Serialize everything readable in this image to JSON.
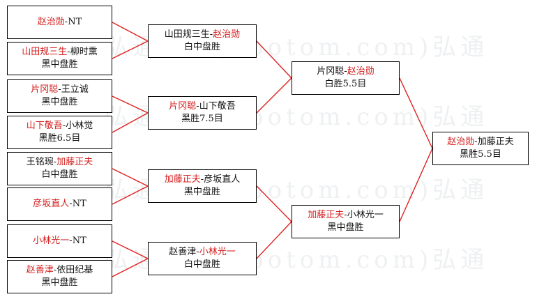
{
  "watermark": {
    "text": "弘通围棋(hootom.com)弘通"
  },
  "round1": [
    {
      "line1": {
        "a": "赵治勋",
        "sep": "-",
        "b": "NT",
        "winner": "a"
      },
      "line2": ""
    },
    {
      "line1": {
        "a": "山田规三生",
        "sep": "-",
        "b": "柳时熏",
        "winner": "a"
      },
      "line2": "黑中盘胜"
    },
    {
      "line1": {
        "a": "片冈聪",
        "sep": "-",
        "b": "王立诚",
        "winner": "a"
      },
      "line2": "黑中盘胜"
    },
    {
      "line1": {
        "a": "山下敬吾",
        "sep": "-",
        "b": "小林觉",
        "winner": "a"
      },
      "line2": "黑胜6.5目"
    },
    {
      "line1": {
        "a": "王铭琬",
        "sep": "-",
        "b": "加藤正夫",
        "winner": "b"
      },
      "line2": "白中盘胜"
    },
    {
      "line1": {
        "a": "彦坂直人",
        "sep": "-",
        "b": "NT",
        "winner": "a"
      },
      "line2": ""
    },
    {
      "line1": {
        "a": "小林光一",
        "sep": "-",
        "b": "NT",
        "winner": "a"
      },
      "line2": ""
    },
    {
      "line1": {
        "a": "赵善津",
        "sep": "-",
        "b": "依田纪基",
        "winner": "a"
      },
      "line2": "黑中盘胜"
    }
  ],
  "round2": [
    {
      "line1": {
        "a": "山田规三生",
        "sep": "-",
        "b": "赵治勋",
        "winner": "b"
      },
      "line2": "白中盘胜"
    },
    {
      "line1": {
        "a": "片冈聪",
        "sep": "-",
        "b": "山下敬吾",
        "winner": "a"
      },
      "line2": "黑胜7.5目"
    },
    {
      "line1": {
        "a": "加藤正夫",
        "sep": "-",
        "b": "彦坂直人",
        "winner": "a"
      },
      "line2": "黑中盘胜"
    },
    {
      "line1": {
        "a": "赵善津",
        "sep": "-",
        "b": "小林光一",
        "winner": "b"
      },
      "line2": "白中盘胜"
    }
  ],
  "round3": [
    {
      "line1": {
        "a": "片冈聪",
        "sep": "-",
        "b": "赵治勋",
        "winner": "b"
      },
      "line2": "白胜5.5目"
    },
    {
      "line1": {
        "a": "加藤正夫",
        "sep": "-",
        "b": "小林光一",
        "winner": "a"
      },
      "line2": "黑中盘胜"
    }
  ],
  "final": [
    {
      "line1": {
        "a": "赵治勋",
        "sep": "-",
        "b": "加藤正夫",
        "winner": "a"
      },
      "line2": "黑胜5.5目"
    }
  ],
  "colors": {
    "winner": "#d42020",
    "text": "#111111",
    "connector": "#e02020",
    "border": "#000000"
  }
}
